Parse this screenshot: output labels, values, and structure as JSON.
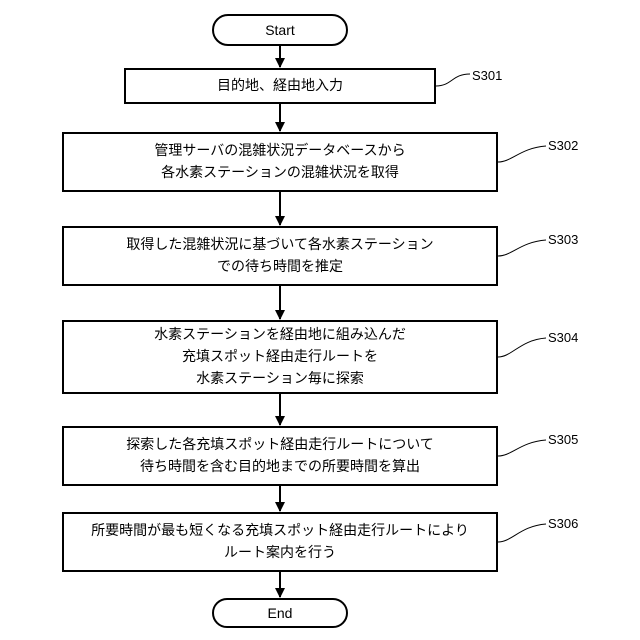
{
  "flowchart": {
    "start": "Start",
    "end": "End",
    "steps": [
      {
        "id": "S301",
        "lines": [
          "目的地、経由地入力"
        ]
      },
      {
        "id": "S302",
        "lines": [
          "管理サーバの混雑状況データベースから",
          "各水素ステーションの混雑状況を取得"
        ]
      },
      {
        "id": "S303",
        "lines": [
          "取得した混雑状況に基づいて各水素ステーション",
          "での待ち時間を推定"
        ]
      },
      {
        "id": "S304",
        "lines": [
          "水素ステーションを経由地に組み込んだ",
          "充填スポット経由走行ルートを",
          "水素ステーション毎に探索"
        ]
      },
      {
        "id": "S305",
        "lines": [
          "探索した各充填スポット経由走行ルートについて",
          "待ち時間を含む目的地までの所要時間を算出"
        ]
      },
      {
        "id": "S306",
        "lines": [
          "所要時間が最も短くなる充填スポット経由走行ルートにより",
          "ルート案内を行う"
        ]
      }
    ]
  }
}
